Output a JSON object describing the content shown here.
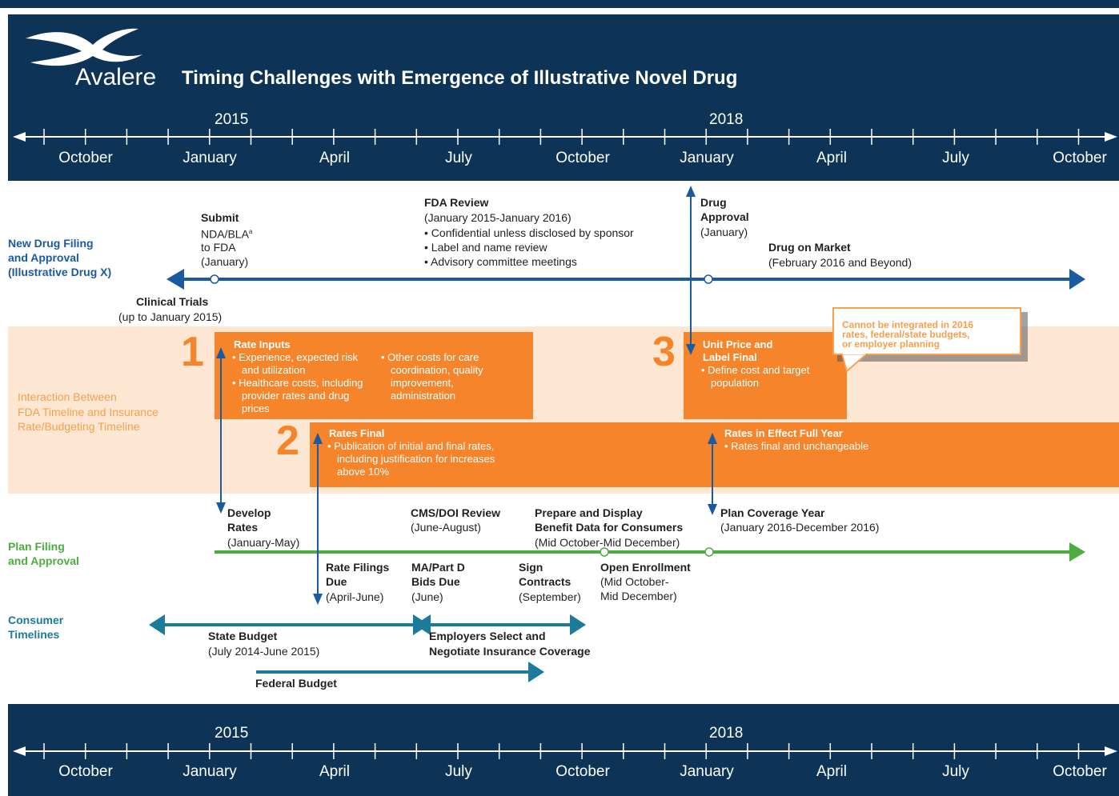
{
  "brand": "Avalere",
  "title": "Timing Challenges with Emergence of Illustrative Novel Drug",
  "timeline": {
    "years": [
      "2015",
      "2018"
    ],
    "months": [
      "October",
      "January",
      "April",
      "July",
      "October",
      "January",
      "April",
      "July",
      "October"
    ]
  },
  "rows": {
    "drug": "New Drug Filing\nand Approval\n(Illustrative Drug X)",
    "interaction": "Interaction Between\nFDA Timeline and Insurance\nRate/Budgeting Timeline",
    "plan": "Plan Filing\nand Approval",
    "consumer": "Consumer\nTimelines"
  },
  "drug": {
    "submit_title": "Submit",
    "submit_body": "NDA/BLA",
    "submit_sup": "a",
    "submit_body2": "to FDA\n(January)",
    "fda_title": "FDA Review",
    "fda_range": "(January 2015-January 2016)",
    "fda_bullets": [
      "Confidential unless disclosed by sponsor",
      "Label and name review",
      "Advisory committee meetings"
    ],
    "approval_title": "Drug\nApproval",
    "approval_date": "(January)",
    "market_title": "Drug on Market",
    "market_date": "(February 2016 and Beyond)",
    "trials_title": "Clinical Trials",
    "trials_date": "(up to January 2015)"
  },
  "interaction": {
    "n1": "1",
    "rate_inputs_title": "Rate Inputs",
    "rate_inputs_left": [
      "Experience, expected risk and utilization",
      "Healthcare costs, including provider rates and drug prices"
    ],
    "rate_inputs_right": [
      "Other costs for care coordination, quality improvement, administration"
    ],
    "n2": "2",
    "rates_final_title": "Rates Final",
    "rates_final_bullets": [
      "Publication of initial and final rates, including justification for increases above 10%"
    ],
    "n3": "3",
    "unit_price_title": "Unit Price and\nLabel Final",
    "unit_price_bullets": [
      "Define cost and target population"
    ],
    "effect_title": "Rates in Effect Full Year",
    "effect_bullets": [
      "Rates final and unchangeable"
    ],
    "callout": "Cannot be integrated in 2016\nrates, federal/state budgets,\nor employer planning"
  },
  "plan": {
    "develop_title": "Develop\nRates",
    "develop_date": "(January-May)",
    "cms_title": "CMS/DOI Review",
    "cms_date": "(June-August)",
    "prepare_title": "Prepare and Display\nBenefit Data for Consumers",
    "prepare_date": "(Mid October-Mid December)",
    "coverage_title": "Plan Coverage Year",
    "coverage_date": "(January 2016-December 2016)",
    "filings_title": "Rate Filings\nDue",
    "filings_date": "(April-June)",
    "ma_title": "MA/Part D\nBids Due",
    "ma_date": "(June)",
    "sign_title": "Sign\nContracts",
    "sign_date": "(September)",
    "oe_title": "Open Enrollment",
    "oe_date": "(Mid October-\nMid December)"
  },
  "consumer": {
    "state_title": "State Budget",
    "state_date": "(July 2014-June 2015)",
    "employers_title": "Employers Select and\nNegotiate Insurance Coverage",
    "federal_title": "Federal Budget"
  },
  "colors": {
    "navy": "#0d3456",
    "orange": "#f5842a",
    "peach": "#fde7d3",
    "drug_blue": "#1a5aa0",
    "plan_green": "#4cae3f",
    "consumer_teal": "#1c7a9a"
  }
}
